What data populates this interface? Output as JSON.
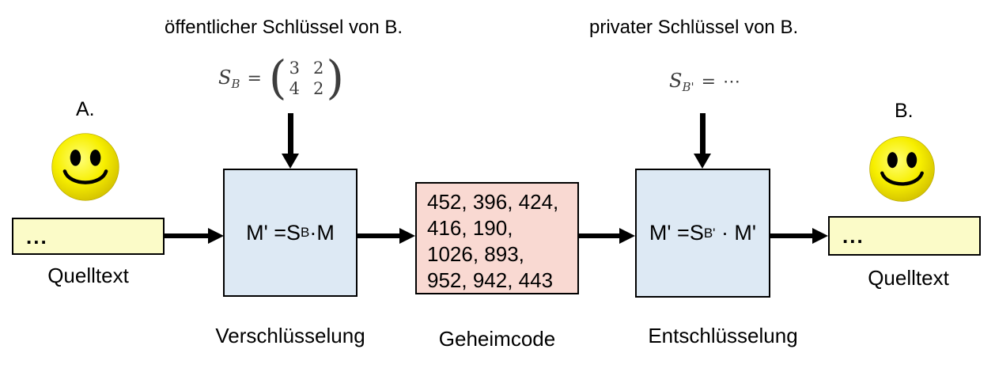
{
  "captions": {
    "public_key": "öffentlicher Schlüssel von B.",
    "private_key": "privater Schlüssel von B.",
    "actor_a": "A.",
    "actor_b": "B."
  },
  "formulas": {
    "public_key": {
      "var": "S",
      "sub": "B",
      "equals": "=",
      "matrix": [
        [
          "3",
          "2"
        ],
        [
          "4",
          "2"
        ]
      ]
    },
    "private_key": {
      "var": "S",
      "sub": "B'",
      "equals": "=",
      "value": "⋯"
    },
    "encrypt_box": {
      "lhs": "M' =S",
      "sub": "B",
      "rhs": "·M"
    },
    "decrypt_box": {
      "lhs": "M' =S",
      "sub": "B'",
      "rhs": " · M'"
    }
  },
  "boxes": {
    "source_left": {
      "content": "...",
      "label": "Quelltext"
    },
    "encrypt": {
      "label": "Verschlüsselung"
    },
    "cipher": {
      "lines": [
        "452, 396, 424,",
        "416, 190,",
        "1026, 893,",
        "952, 942, 443"
      ],
      "label": "Geheimcode"
    },
    "decrypt": {
      "label": "Entschlüsselung"
    },
    "source_right": {
      "content": "...",
      "label": "Quelltext"
    }
  },
  "colors": {
    "process_box_blue": "#dde9f4",
    "cipher_box_pink": "#f9d9d2",
    "source_box_yellow": "#fbfbc8",
    "arrow_black": "#000000",
    "formula_gray": "#3d3d3d",
    "smiley_yellow": "#f7ef00"
  }
}
